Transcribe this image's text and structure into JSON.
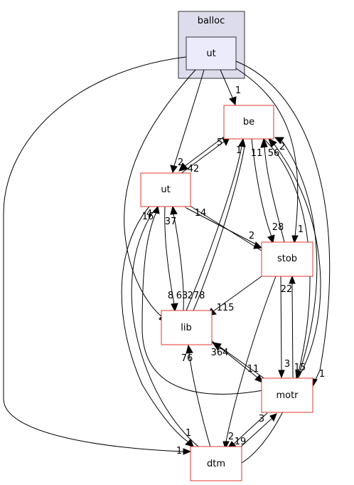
{
  "cluster": {
    "label": "balloc",
    "fill": "#dcdcec",
    "stroke": "#333333"
  },
  "inner": {
    "label": "ut",
    "fill": "#ebebfc",
    "stroke": "#333333"
  },
  "nodes": {
    "be": "be",
    "ut": "ut",
    "stob": "stob",
    "lib": "lib",
    "motr": "motr",
    "dtm": "dtm"
  },
  "edge_labels": {
    "balloc_ut_be": "1",
    "be_ut_a": "5",
    "ut_be_a": "42",
    "balloc_ut_ut": "2",
    "lib_be": "1",
    "stob_be": "11",
    "motr_be": "56",
    "dtm_be": "2",
    "stob_ut": "14",
    "ut_stob": "2",
    "dtm_ut": "16",
    "motr_ut": "4",
    "lib_ut": "37",
    "be_stob": "28",
    "balloc_ut_stob": "1",
    "ut_lib": "8",
    "be_lib": "63",
    "lib_ut2": "278",
    "stob_lib": "115",
    "motr_stob": "22",
    "stob_motr": "3",
    "lib_motr_a": "364",
    "lib_motr_b": "11",
    "be_motr": "15",
    "balloc_ut_motr": "1",
    "dtm_lib": "76",
    "ut_dtm": "1",
    "balloc_ut_dtm": "1",
    "motr_dtm": "3",
    "stob_dtm": "2",
    "dtm_motr": "19"
  }
}
